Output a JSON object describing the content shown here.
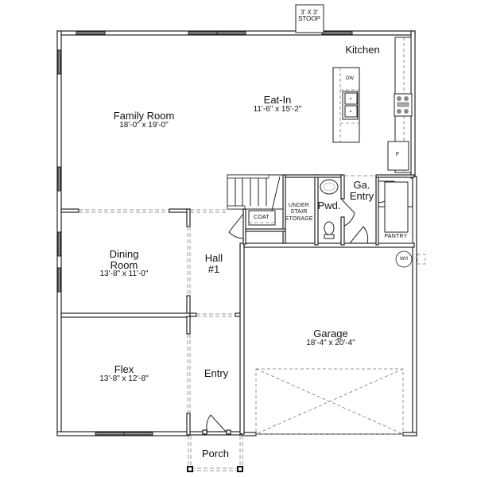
{
  "plan": {
    "stoop": {
      "line1": "3' X 3'",
      "line2": "STOOP"
    },
    "rooms": {
      "kitchen": {
        "name": "Kitchen"
      },
      "eat_in": {
        "name": "Eat-In",
        "dims": "11'-6\" x 15'-2\""
      },
      "family_room": {
        "name": "Family Room",
        "dims": "18'-0\" x 19'-0\""
      },
      "dining_room": {
        "name_line1": "Dining",
        "name_line2": "Room",
        "dims": "13'-8\" x 11'-0\""
      },
      "hall": {
        "name_line1": "Hall",
        "name_line2": "#1"
      },
      "flex": {
        "name": "Flex",
        "dims": "13'-8\" x 12'-8\""
      },
      "entry": {
        "name": "Entry"
      },
      "porch": {
        "name": "Porch"
      },
      "garage": {
        "name": "Garage",
        "dims": "18'-4\" x 20'-4\""
      },
      "powder": {
        "name": "Pwd."
      },
      "garage_entry": {
        "name_line1": "Ga.",
        "name_line2": "Entry"
      },
      "pantry": {
        "name": "PANTRY"
      },
      "coat": {
        "name": "COAT"
      },
      "under_stair": {
        "line1": "UNDER",
        "line2": "STAIR",
        "line3": "STORAGE"
      }
    },
    "fixtures": {
      "dishwasher": "DW",
      "fridge": "F",
      "water_heater": "WH"
    }
  }
}
